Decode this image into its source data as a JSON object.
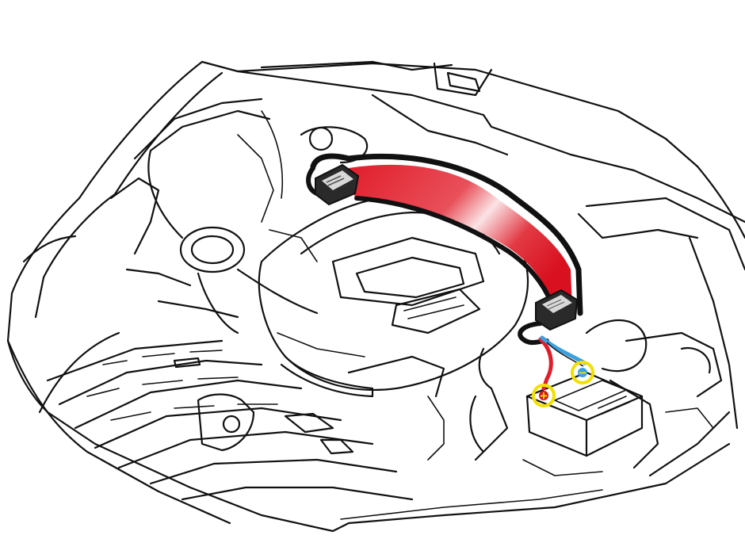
{
  "diagram": {
    "subject": "car-engine-bay-line-drawing",
    "wiring": {
      "harness_color": "#e11d2a",
      "cable_color": "#111111",
      "positive_wire_color": "#e11d2a",
      "negative_wire_color": "#3aa0e0"
    },
    "terminals": {
      "positive_symbol": "+",
      "negative_symbol": "−",
      "marker_color": "#f2e000"
    },
    "modules": [
      {
        "name": "relay-module-left"
      },
      {
        "name": "relay-module-right"
      }
    ]
  }
}
